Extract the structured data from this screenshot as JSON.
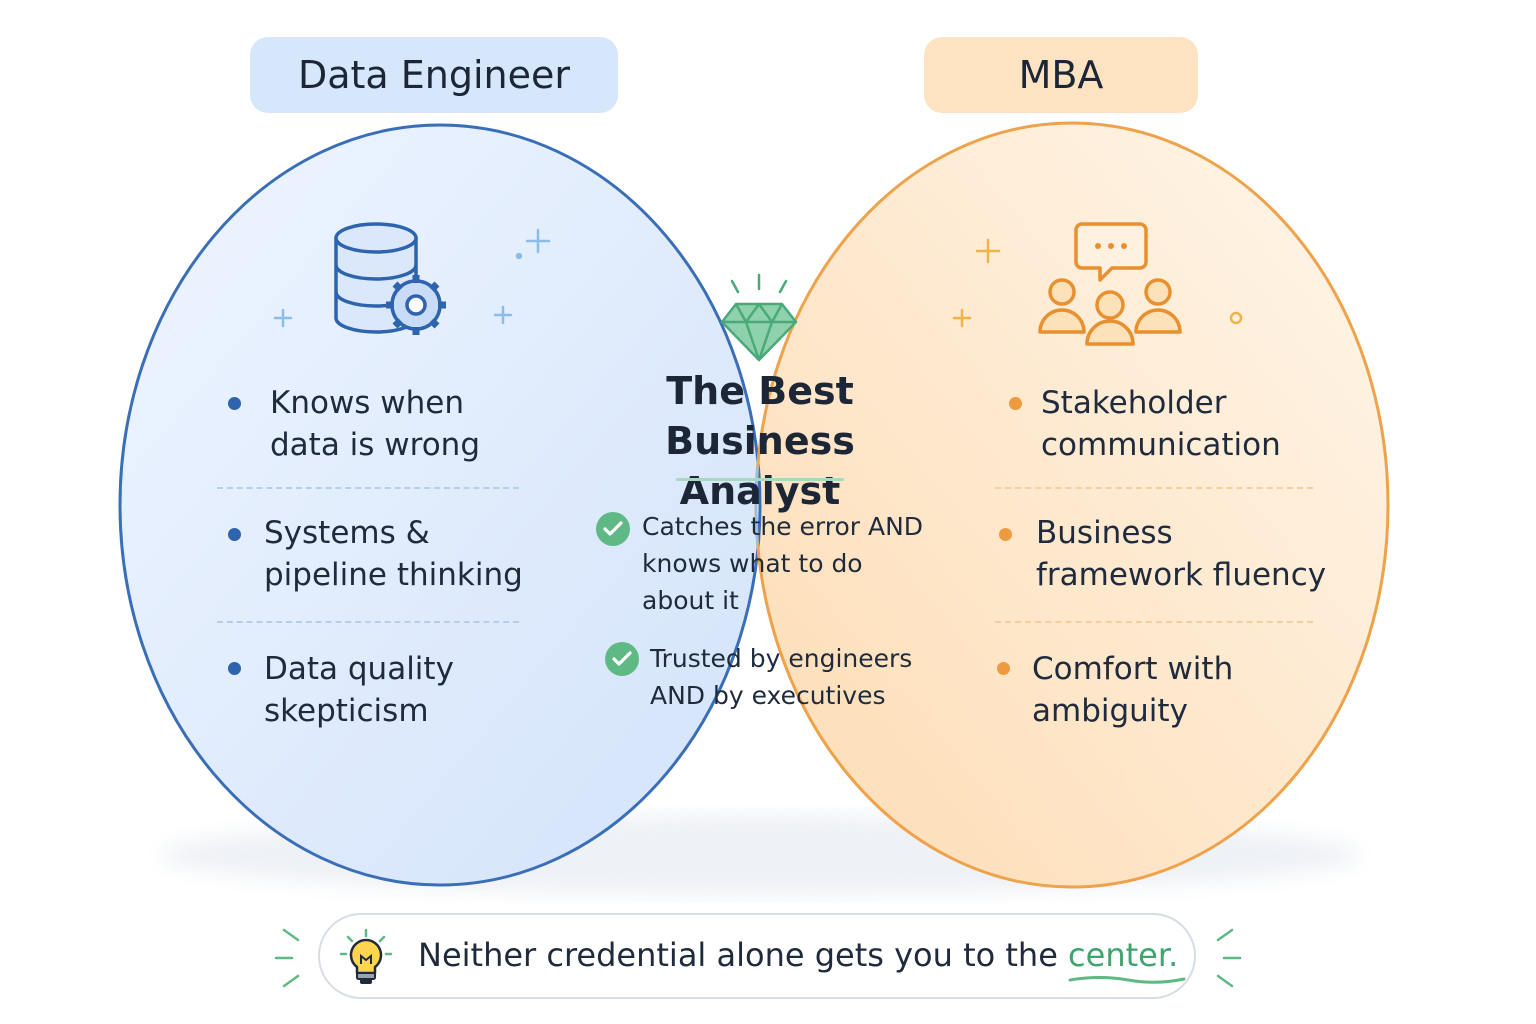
{
  "left_set": {
    "title": "Data Engineer",
    "icon": "database-gear-icon",
    "color": "#2e63ad",
    "traits": [
      {
        "line1": "Knows when",
        "line2": "data is wrong"
      },
      {
        "line1": "Systems &",
        "line2": "pipeline thinking"
      },
      {
        "line1": "Data quality",
        "line2": "skepticism"
      }
    ]
  },
  "right_set": {
    "title": "MBA",
    "icon": "team-chat-icon",
    "color": "#ee9a3e",
    "traits": [
      {
        "line1": "Stakeholder",
        "line2": "communication"
      },
      {
        "line1": "Business",
        "line2": "framework fluency"
      },
      {
        "line1": "Comfort with",
        "line2": "ambiguity"
      }
    ]
  },
  "intersection": {
    "icon": "diamond-icon",
    "title_line1": "The Best",
    "title_line2": "Business Analyst",
    "points": [
      {
        "icon": "check-icon",
        "line1": "Catches the error AND",
        "line2": "knows what to do",
        "line3": "about it"
      },
      {
        "icon": "check-icon",
        "line1": "Trusted by engineers",
        "line2": "AND by executives"
      }
    ],
    "color": "#5fb985"
  },
  "footer": {
    "icon": "lightbulb-icon",
    "text": "Neither credential alone gets you to the ",
    "accent": "center."
  }
}
